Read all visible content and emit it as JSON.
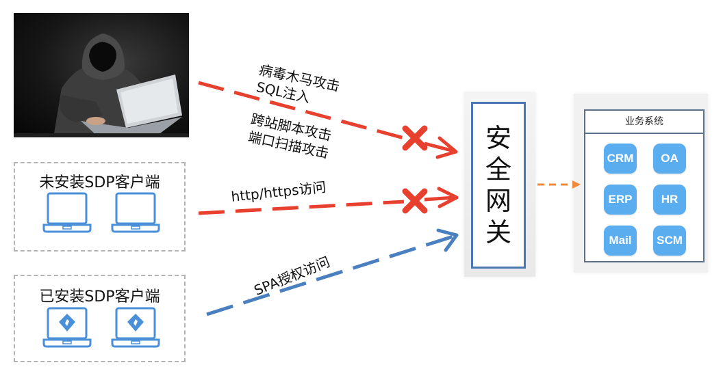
{
  "attack_labels": {
    "virus": "病毒木马攻击",
    "sql": "SQL注入",
    "xss": "跨站脚本攻击",
    "portscan": "端口扫描攻击",
    "http": "http/https访问",
    "spa": "SPA授权访问"
  },
  "clients": {
    "uninstalled_title": "未安装SDP客户端",
    "installed_title": "已安装SDP客户端"
  },
  "gateway": {
    "label": "安全网关"
  },
  "business_system": {
    "title": "业务系统",
    "apps": [
      "CRM",
      "OA",
      "ERP",
      "HR",
      "Mail",
      "SCM"
    ]
  },
  "colors": {
    "blocked": "#e8402f",
    "authorized": "#4a7fc0",
    "forward": "#ef8a3c",
    "laptop_outline": "#4a90d9",
    "app_button": "#5aaef0"
  },
  "icons": {
    "block": "x-mark-icon",
    "laptop": "laptop-icon",
    "sdp_logo": "sdp-shield-icon"
  }
}
